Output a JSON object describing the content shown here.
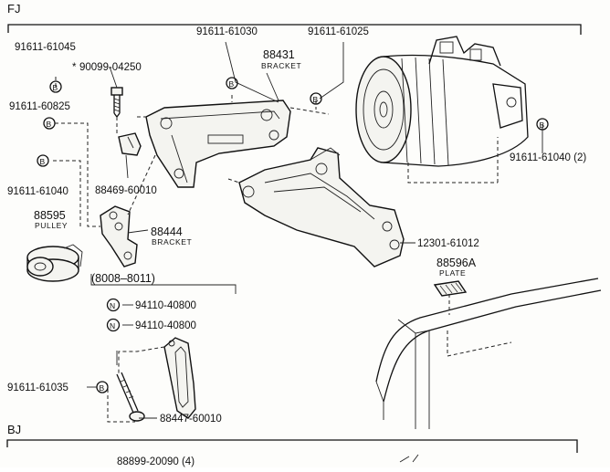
{
  "sections": {
    "top": "FJ",
    "bottom": "BJ"
  },
  "parts": {
    "p_91611_61045": "91611-61045",
    "p_90099_04250": "90099-04250",
    "p_91611_60825": "91611-60825",
    "p_91611_61040_l": "91611-61040",
    "p_88469_60010": "88469-60010",
    "p_91611_61030": "91611-61030",
    "p_88431": "88431",
    "p_88431_name": "BRACKET",
    "p_91611_61025": "91611-61025",
    "p_91611_61040_r": "91611-61040 (2)",
    "p_88595": "88595",
    "p_88595_name": "PULLEY",
    "p_88444": "88444",
    "p_88444_name": "BRACKET",
    "p_12301_61012": "12301-61012",
    "p_88596A": "88596A",
    "p_88596A_name": "PLATE",
    "p_range": "(8008–8011)",
    "p_94110_a": "94110-40800",
    "p_94110_b": "94110-40800",
    "p_91611_61035": "91611-61035",
    "p_88447_60010": "88447-60010",
    "p_88899_20090": "88899-20090 (4)"
  },
  "markers": {
    "bolt": "B",
    "nut": "N"
  }
}
